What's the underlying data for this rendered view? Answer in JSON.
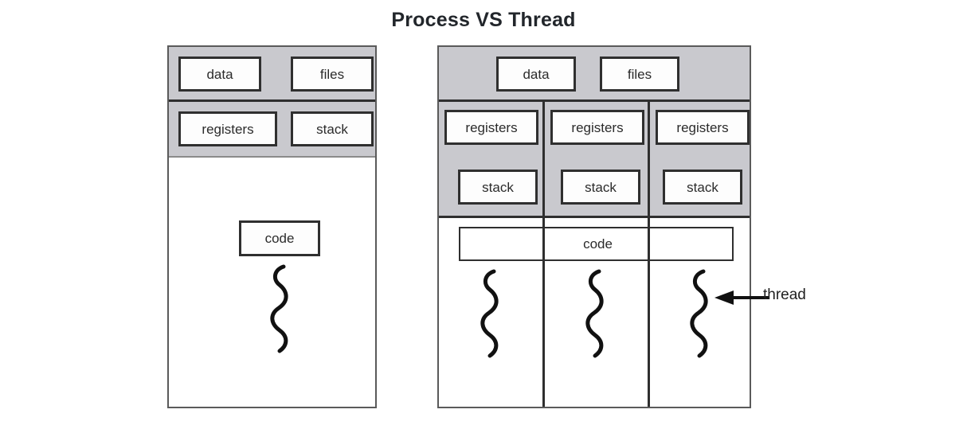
{
  "page": {
    "title": "Process VS Thread",
    "background": "#ffffff"
  },
  "colors": {
    "band_gray": "#c9c9ce",
    "frame_stroke": "#5a5a5a",
    "box_stroke": "#2f2f2f",
    "text": "#2b2b2b",
    "title_text": "#22262b"
  },
  "diagrams": {
    "process": {
      "name": "single-threaded-process",
      "bands": [
        {
          "name": "shared-resources-band",
          "cells": [
            {
              "label": "data"
            },
            {
              "label": "files"
            }
          ]
        },
        {
          "name": "thread-context-band",
          "cells": [
            {
              "label": "registers"
            },
            {
              "label": "stack"
            }
          ]
        }
      ],
      "code": {
        "label": "code"
      },
      "threads": [
        {
          "name": "thread-squiggle-1"
        }
      ]
    },
    "multithreaded": {
      "name": "multithreaded-process",
      "bands": [
        {
          "name": "shared-resources-band",
          "cells": [
            {
              "label": "data"
            },
            {
              "label": "files"
            }
          ]
        },
        {
          "name": "per-thread-context-band",
          "columns": [
            {
              "cells": [
                {
                  "label": "registers"
                },
                {
                  "label": "stack"
                }
              ]
            },
            {
              "cells": [
                {
                  "label": "registers"
                },
                {
                  "label": "stack"
                }
              ]
            },
            {
              "cells": [
                {
                  "label": "registers"
                },
                {
                  "label": "stack"
                }
              ]
            }
          ]
        }
      ],
      "code": {
        "label": "code"
      },
      "threads": [
        {
          "name": "thread-squiggle-1"
        },
        {
          "name": "thread-squiggle-2"
        },
        {
          "name": "thread-squiggle-3"
        }
      ]
    }
  },
  "annotation": {
    "thread_label": "thread",
    "arrow_icon": "left-arrow-icon"
  }
}
